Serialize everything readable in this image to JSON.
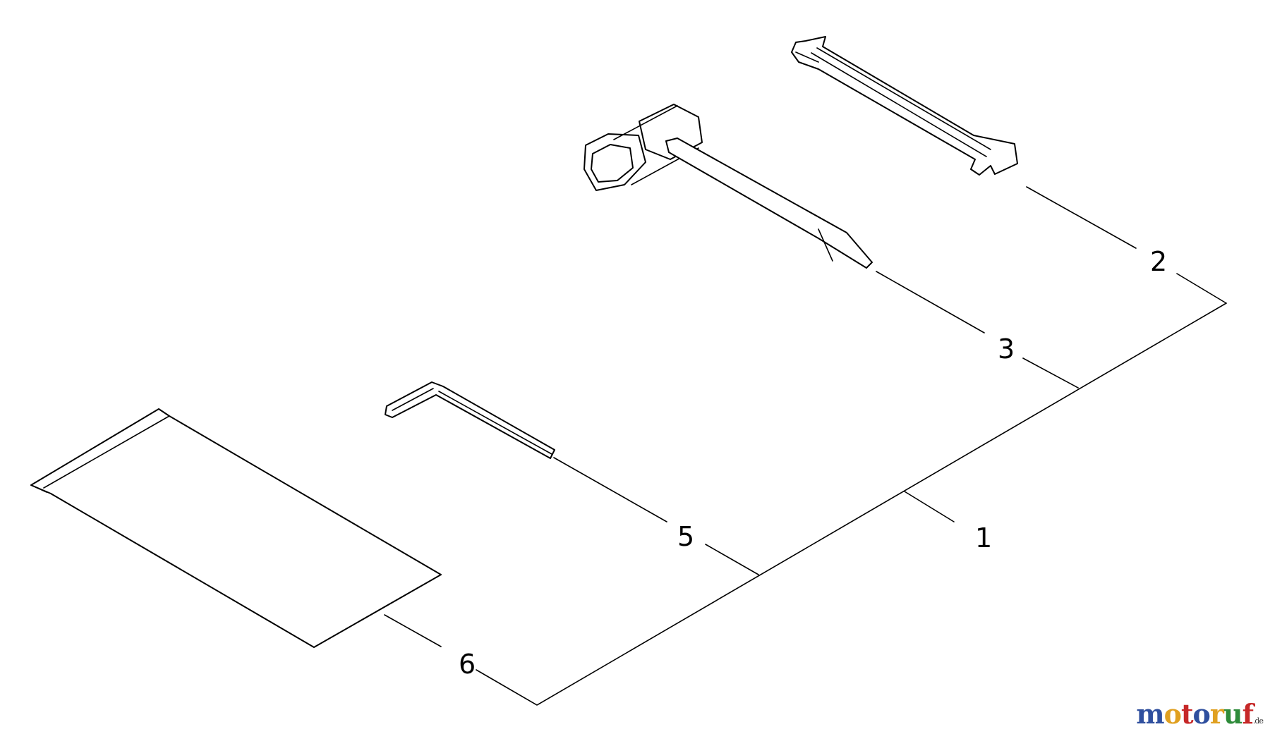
{
  "callouts": {
    "kit": "1",
    "wrench": "2",
    "plug_wrench": "3",
    "hex_key": "5",
    "manual": "6"
  },
  "watermark": {
    "parts": [
      "m",
      "o",
      "t",
      "o",
      "r",
      "u",
      "f"
    ],
    "colors": [
      "#2f4f9e",
      "#e0a020",
      "#c62828",
      "#2f4f9e",
      "#e0a020",
      "#2e8b3a",
      "#c62828"
    ],
    "suffix": ".de"
  }
}
